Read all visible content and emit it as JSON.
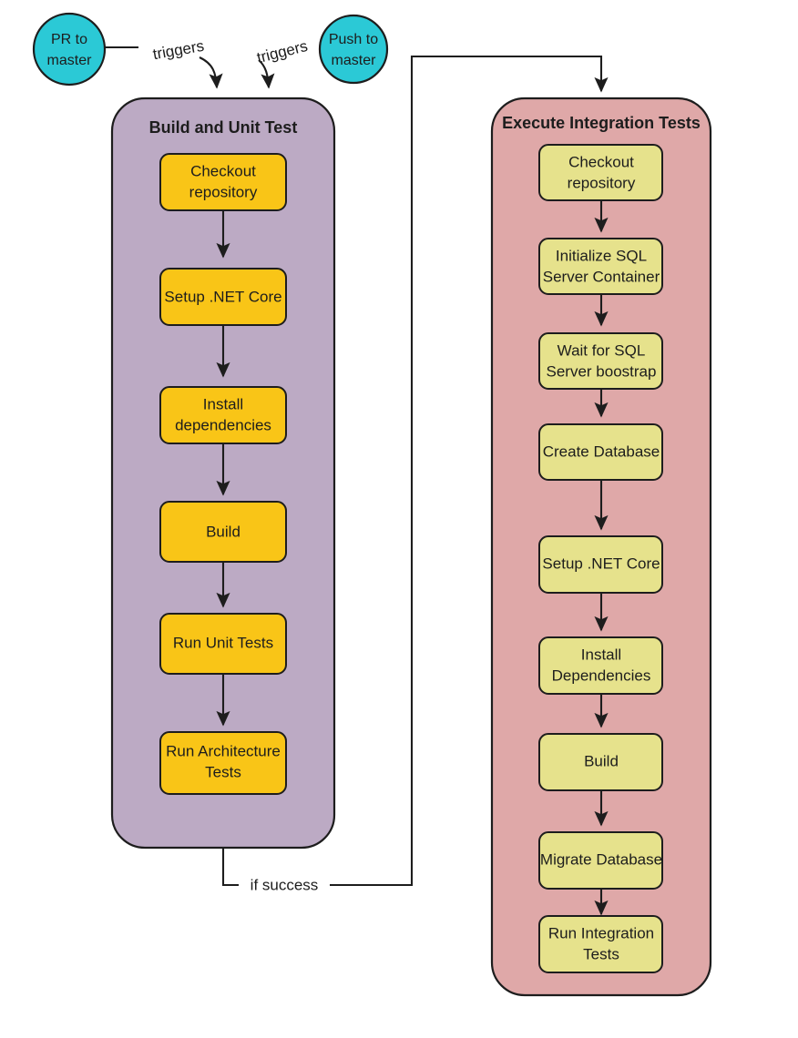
{
  "diagram": {
    "title": "CI/CD pipeline flowchart",
    "colors": {
      "trigger_circle_fill": "#2BC9D6",
      "build_cluster_fill": "#BCAAC4",
      "build_node_fill": "#F9C517",
      "integration_cluster_fill": "#DFA8A8",
      "integration_node_fill": "#E6E28C",
      "stroke": "#1d1d1d",
      "background": "#ffffff"
    },
    "triggers": [
      {
        "id": "pr-to-master",
        "label_line1": "PR to",
        "label_line2": "master",
        "shape": "circle"
      },
      {
        "id": "push-to-master",
        "label_line1": "Push to",
        "label_line2": "master",
        "shape": "circle"
      }
    ],
    "edge_labels": {
      "trigger_left": "triggers",
      "trigger_right": "triggers",
      "if_success": "if success"
    },
    "clusters": [
      {
        "id": "build-and-unit-test",
        "title": "Build and Unit Test",
        "nodes": [
          {
            "id": "checkout-repository",
            "line1": "Checkout",
            "line2": "repository"
          },
          {
            "id": "setup-dotnet-core",
            "line1": "Setup .NET Core",
            "line2": ""
          },
          {
            "id": "install-dependencies",
            "line1": "Install",
            "line2": "dependencies"
          },
          {
            "id": "build",
            "line1": "Build",
            "line2": ""
          },
          {
            "id": "run-unit-tests",
            "line1": "Run Unit Tests",
            "line2": ""
          },
          {
            "id": "run-architecture-tests",
            "line1": "Run Architecture",
            "line2": "Tests"
          }
        ]
      },
      {
        "id": "execute-integration-tests",
        "title": "Execute Integration Tests",
        "nodes": [
          {
            "id": "checkout-repository-2",
            "line1": "Checkout",
            "line2": "repository"
          },
          {
            "id": "initialize-sql-server-container",
            "line1": "Initialize SQL",
            "line2": "Server Container"
          },
          {
            "id": "wait-for-sql-server-boostrap",
            "line1": "Wait for SQL",
            "line2": "Server boostrap"
          },
          {
            "id": "create-database",
            "line1": "Create Database",
            "line2": ""
          },
          {
            "id": "setup-dotnet-core-2",
            "line1": "Setup .NET Core",
            "line2": ""
          },
          {
            "id": "install-dependencies-2",
            "line1": "Install",
            "line2": "Dependencies"
          },
          {
            "id": "build-2",
            "line1": "Build",
            "line2": ""
          },
          {
            "id": "migrate-database",
            "line1": "Migrate Database",
            "line2": ""
          },
          {
            "id": "run-integration-tests",
            "line1": "Run Integration",
            "line2": "Tests"
          }
        ]
      }
    ]
  }
}
